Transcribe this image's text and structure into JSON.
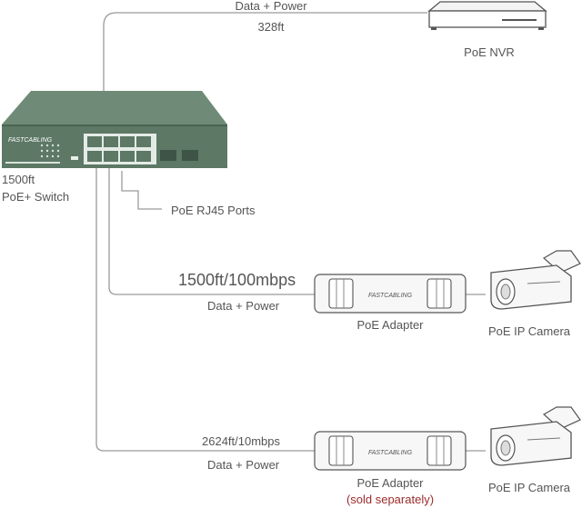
{
  "top_link": {
    "medium": "Data + Power",
    "distance": "328ft"
  },
  "nvr": {
    "label": "PoE NVR"
  },
  "switch": {
    "brand": "FASTCABLING",
    "distance": "1500ft",
    "label": "PoE+ Switch",
    "ports_label": "PoE RJ45 Ports"
  },
  "link_1": {
    "speed": "1500ft/100mbps",
    "medium": "Data + Power",
    "adapter_label": "PoE Adapter",
    "adapter_brand": "FASTCABLING",
    "camera_label": "PoE IP Camera"
  },
  "link_2": {
    "speed": "2624ft/10mbps",
    "medium": "Data + Power",
    "adapter_label": "PoE Adapter",
    "adapter_note": "(sold separately)",
    "adapter_brand": "FASTCABLING",
    "camera_label": "PoE IP Camera"
  },
  "colors": {
    "line": "#9a9a9a",
    "switch_body": "#5d7865",
    "switch_top": "#6f8b77",
    "note_red": "#9b2b2b"
  }
}
